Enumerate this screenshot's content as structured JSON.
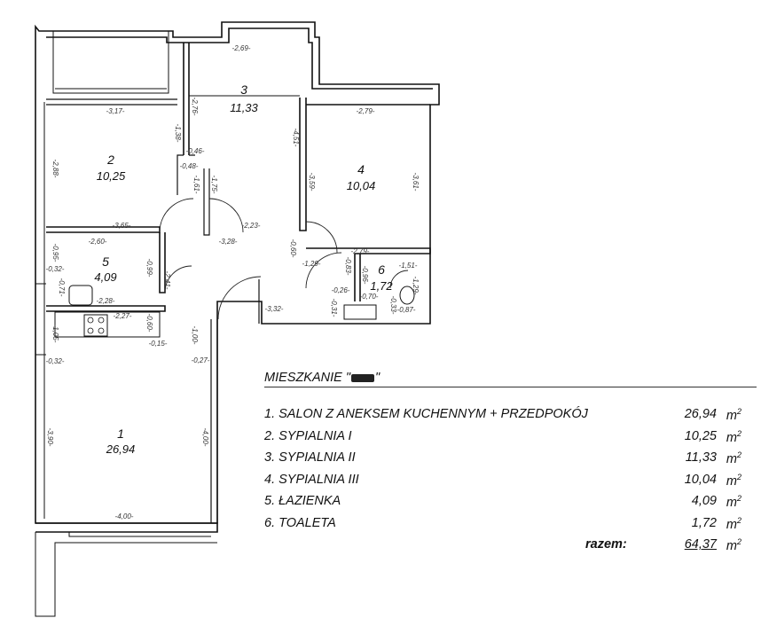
{
  "legend": {
    "title": "MIESZKANIE",
    "quote_open": "\"",
    "quote_close": "\"",
    "unit": "m",
    "unit_exp": "2",
    "total_label": "razem:",
    "total_value": "64,37",
    "rows": [
      {
        "label": "1. SALON Z ANEKSEM KUCHENNYM + PRZEDPOKÓJ",
        "value": "26,94"
      },
      {
        "label": "2. SYPIALNIA I",
        "value": "10,25"
      },
      {
        "label": "3. SYPIALNIA II",
        "value": "11,33"
      },
      {
        "label": "4. SYPIALNIA III",
        "value": "10,04"
      },
      {
        "label": "5. ŁAZIENKA",
        "value": "4,09"
      },
      {
        "label": "6. TOALETA",
        "value": "1,72"
      }
    ]
  },
  "rooms": [
    {
      "num": "1",
      "area": "26,94"
    },
    {
      "num": "2",
      "area": "10,25"
    },
    {
      "num": "3",
      "area": "11,33"
    },
    {
      "num": "4",
      "area": "10,04"
    },
    {
      "num": "5",
      "area": "4,09"
    },
    {
      "num": "6",
      "area": "1,72"
    }
  ],
  "dims": {
    "d269": "-2,69-",
    "d276": "-2,76-",
    "d317": "-3,17-",
    "d279a": "-2,79-",
    "d138": "-1,38-",
    "d451": "-4,51-",
    "d046": "-0,46-",
    "d048": "-0,48-",
    "d288": "-2,88-",
    "d359": "-3,59-",
    "d361": "-3,61-",
    "d161": "-1,61-",
    "d175": "-1,75-",
    "d365": "-3,65-",
    "d223": "-2,23-",
    "d260": "-2,60-",
    "d328": "-3,28-",
    "d060a": "-0,60-",
    "d095": "-0,95-",
    "d279b": "-2,79-",
    "d032a": "-0,32-",
    "d099": "-0,99-",
    "d241": "-2,41-",
    "d129a": "-1,29-",
    "d083": "-0,83-",
    "d096": "-0,96-",
    "d151": "-1,51-",
    "d071": "-0,71-",
    "d228": "-2,28-",
    "d026": "-0,26-",
    "d070": "-0,70-",
    "d129b": "-1,29-",
    "d031": "-0,31-",
    "d033": "-0,33-",
    "d087": "-0,87-",
    "d332": "-3,32-",
    "d227": "-2,27-",
    "d060b": "-0,60-",
    "d105": "-1,05-",
    "d100": "-1,00-",
    "d015": "-0,15-",
    "d032b": "-0,32-",
    "d027": "-0,27-",
    "d390": "-3,90-",
    "d400a": "-4,00-",
    "d400b": "-4,00-"
  }
}
